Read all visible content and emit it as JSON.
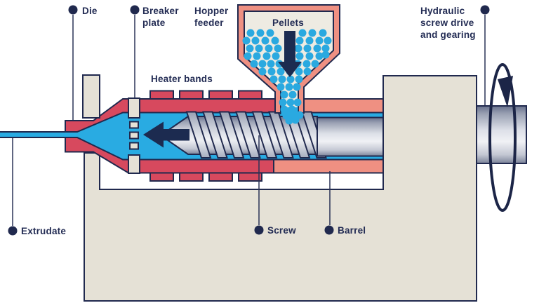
{
  "labels": {
    "die": "Die",
    "breaker_plate": [
      "Breaker",
      "plate"
    ],
    "hopper_feeder": [
      "Hopper",
      "feeder"
    ],
    "pellets": "Pellets",
    "heater_bands": "Heater bands",
    "hydraulic": [
      "Hydraulic",
      "screw drive",
      "and gearing"
    ],
    "extrudate": "Extrudate",
    "screw": "Screw",
    "barrel": "Barrel"
  },
  "icons": {
    "feed_arrow": "down-arrow",
    "melt_flow_arrow": "left-arrow",
    "rotation_arrow": "clockwise-rotation-arrow"
  },
  "colors": {
    "navy": "#20294e",
    "text": "#232c54",
    "crimson": "#d7495e",
    "salmon": "#ef9082",
    "melt_blue": "#29abe2",
    "pellet_blue": "#2aa9e0",
    "machine_beige": "#e5e1d6",
    "hopper_interior": "#eeebe2",
    "metal_light": "#eff0f4",
    "metal_dark": "#67708c"
  }
}
